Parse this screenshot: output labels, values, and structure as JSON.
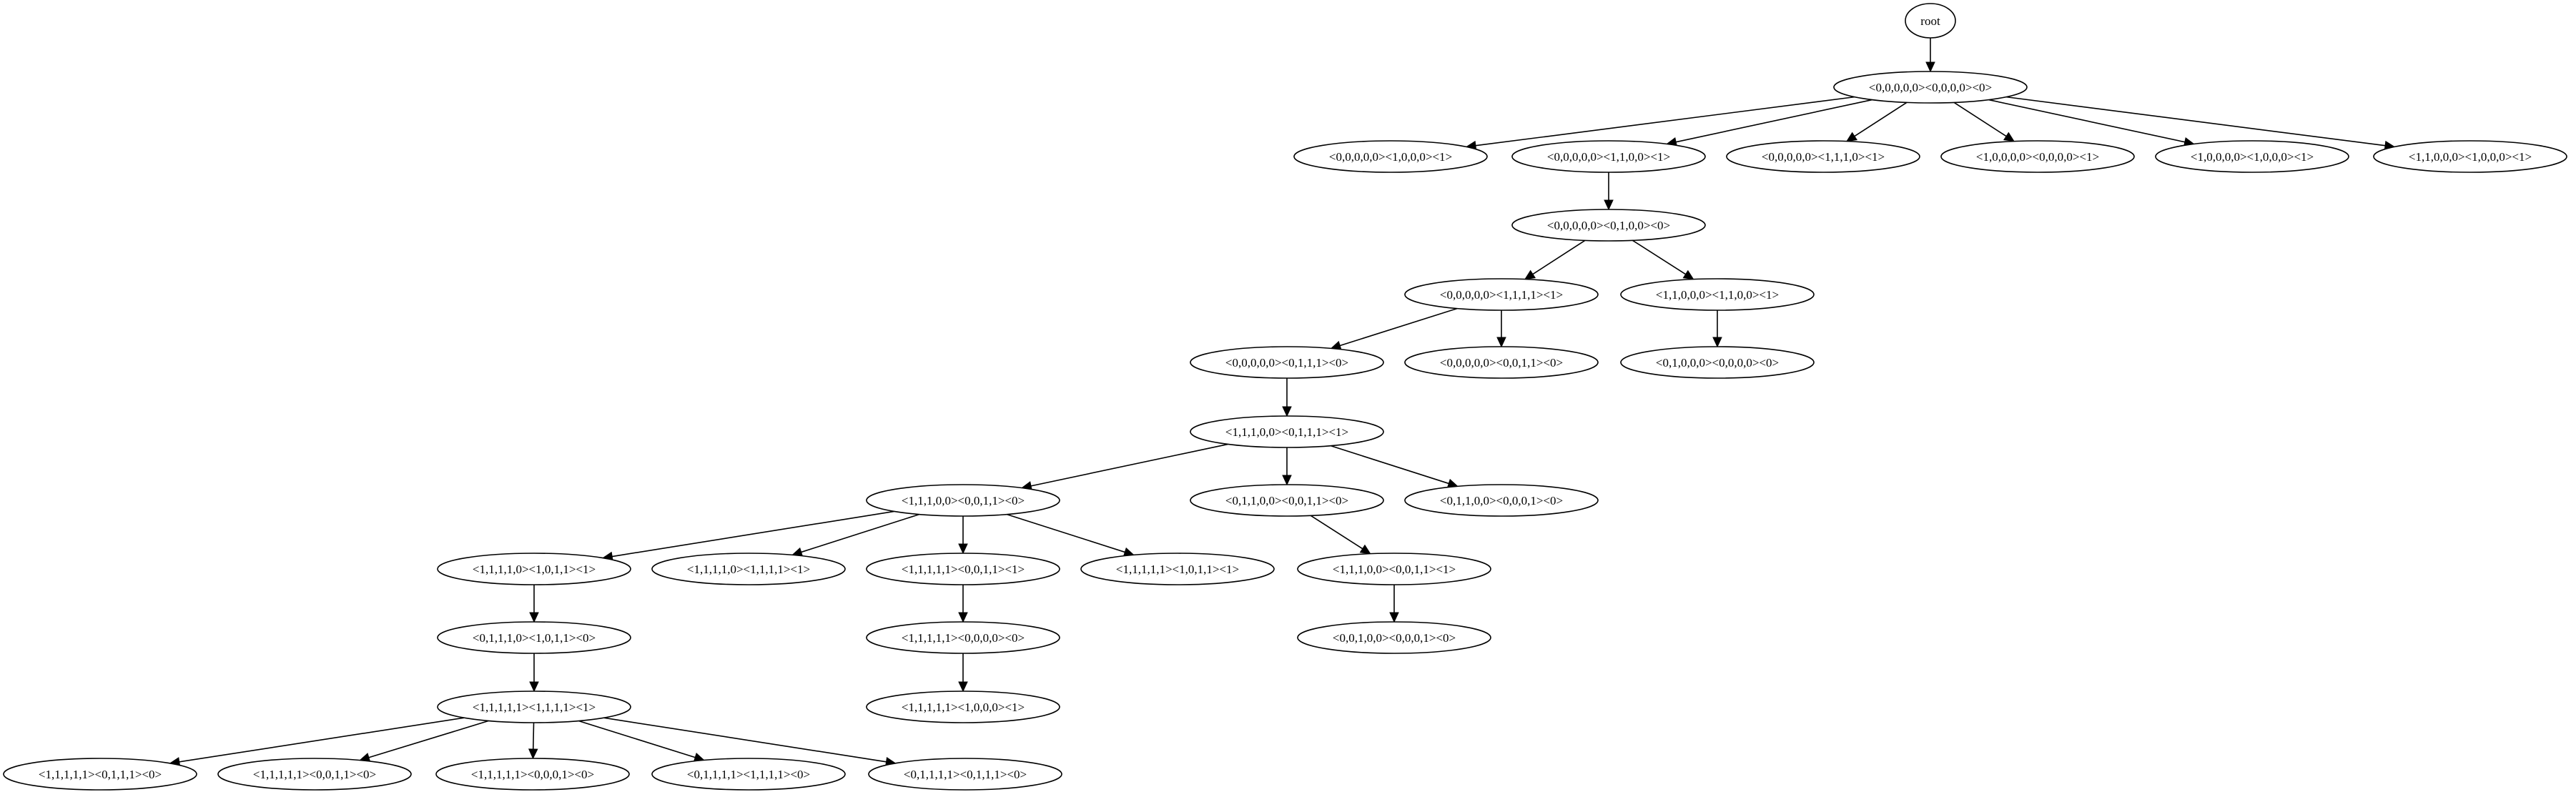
{
  "diagram": {
    "type": "tree",
    "nodes": [
      {
        "id": "root",
        "label": "root"
      },
      {
        "id": "n1",
        "label": "<0,0,0,0,0><0,0,0,0><0>"
      },
      {
        "id": "n2a",
        "label": "<0,0,0,0,0><1,0,0,0><1>"
      },
      {
        "id": "n2b",
        "label": "<0,0,0,0,0><1,1,0,0><1>"
      },
      {
        "id": "n2c",
        "label": "<0,0,0,0,0><1,1,1,0><1>"
      },
      {
        "id": "n2d",
        "label": "<1,0,0,0,0><0,0,0,0><1>"
      },
      {
        "id": "n2e",
        "label": "<1,0,0,0,0><1,0,0,0><1>"
      },
      {
        "id": "n2f",
        "label": "<1,1,0,0,0><1,0,0,0><1>"
      },
      {
        "id": "n3",
        "label": "<0,0,0,0,0><0,1,0,0><0>"
      },
      {
        "id": "n4a",
        "label": "<0,0,0,0,0><1,1,1,1><1>"
      },
      {
        "id": "n4b",
        "label": "<1,1,0,0,0><1,1,0,0><1>"
      },
      {
        "id": "n5a",
        "label": "<0,0,0,0,0><0,1,1,1><0>"
      },
      {
        "id": "n5b",
        "label": "<0,0,0,0,0><0,0,1,1><0>"
      },
      {
        "id": "n5c",
        "label": "<0,1,0,0,0><0,0,0,0><0>"
      },
      {
        "id": "n6",
        "label": "<1,1,1,0,0><0,1,1,1><1>"
      },
      {
        "id": "n7a",
        "label": "<1,1,1,0,0><0,0,1,1><0>"
      },
      {
        "id": "n7b",
        "label": "<0,1,1,0,0><0,0,1,1><0>"
      },
      {
        "id": "n7c",
        "label": "<0,1,1,0,0><0,0,0,1><0>"
      },
      {
        "id": "n8a",
        "label": "<1,1,1,1,0><1,0,1,1><1>"
      },
      {
        "id": "n8b",
        "label": "<1,1,1,1,0><1,1,1,1><1>"
      },
      {
        "id": "n8c",
        "label": "<1,1,1,1,1><0,0,1,1><1>"
      },
      {
        "id": "n8d",
        "label": "<1,1,1,1,1><1,0,1,1><1>"
      },
      {
        "id": "n8e",
        "label": "<1,1,1,0,0><0,0,1,1><1>"
      },
      {
        "id": "n9a",
        "label": "<0,1,1,1,0><1,0,1,1><0>"
      },
      {
        "id": "n9b",
        "label": "<1,1,1,1,1><0,0,0,0><0>"
      },
      {
        "id": "n9c",
        "label": "<0,0,1,0,0><0,0,0,1><0>"
      },
      {
        "id": "n10a",
        "label": "<1,1,1,1,1><1,1,1,1><1>"
      },
      {
        "id": "n10b",
        "label": "<1,1,1,1,1><1,0,0,0><1>"
      },
      {
        "id": "n11a",
        "label": "<1,1,1,1,1><0,1,1,1><0>"
      },
      {
        "id": "n11b",
        "label": "<1,1,1,1,1><0,0,1,1><0>"
      },
      {
        "id": "n11c",
        "label": "<1,1,1,1,1><0,0,0,1><0>"
      },
      {
        "id": "n11d",
        "label": "<0,1,1,1,1><1,1,1,1><0>"
      },
      {
        "id": "n11e",
        "label": "<0,1,1,1,1><0,1,1,1><0>"
      }
    ],
    "edges": [
      [
        "root",
        "n1"
      ],
      [
        "n1",
        "n2a"
      ],
      [
        "n1",
        "n2b"
      ],
      [
        "n1",
        "n2c"
      ],
      [
        "n1",
        "n2d"
      ],
      [
        "n1",
        "n2e"
      ],
      [
        "n1",
        "n2f"
      ],
      [
        "n2b",
        "n3"
      ],
      [
        "n3",
        "n4a"
      ],
      [
        "n3",
        "n4b"
      ],
      [
        "n4a",
        "n5a"
      ],
      [
        "n4a",
        "n5b"
      ],
      [
        "n4b",
        "n5c"
      ],
      [
        "n5a",
        "n6"
      ],
      [
        "n6",
        "n7a"
      ],
      [
        "n6",
        "n7b"
      ],
      [
        "n6",
        "n7c"
      ],
      [
        "n7a",
        "n8a"
      ],
      [
        "n7a",
        "n8b"
      ],
      [
        "n7a",
        "n8c"
      ],
      [
        "n7a",
        "n8d"
      ],
      [
        "n7b",
        "n8e"
      ],
      [
        "n8a",
        "n9a"
      ],
      [
        "n8c",
        "n9b"
      ],
      [
        "n8e",
        "n9c"
      ],
      [
        "n9a",
        "n10a"
      ],
      [
        "n9b",
        "n10b"
      ],
      [
        "n10a",
        "n11a"
      ],
      [
        "n10a",
        "n11b"
      ],
      [
        "n10a",
        "n11c"
      ],
      [
        "n10a",
        "n11d"
      ],
      [
        "n10a",
        "n11e"
      ]
    ]
  }
}
